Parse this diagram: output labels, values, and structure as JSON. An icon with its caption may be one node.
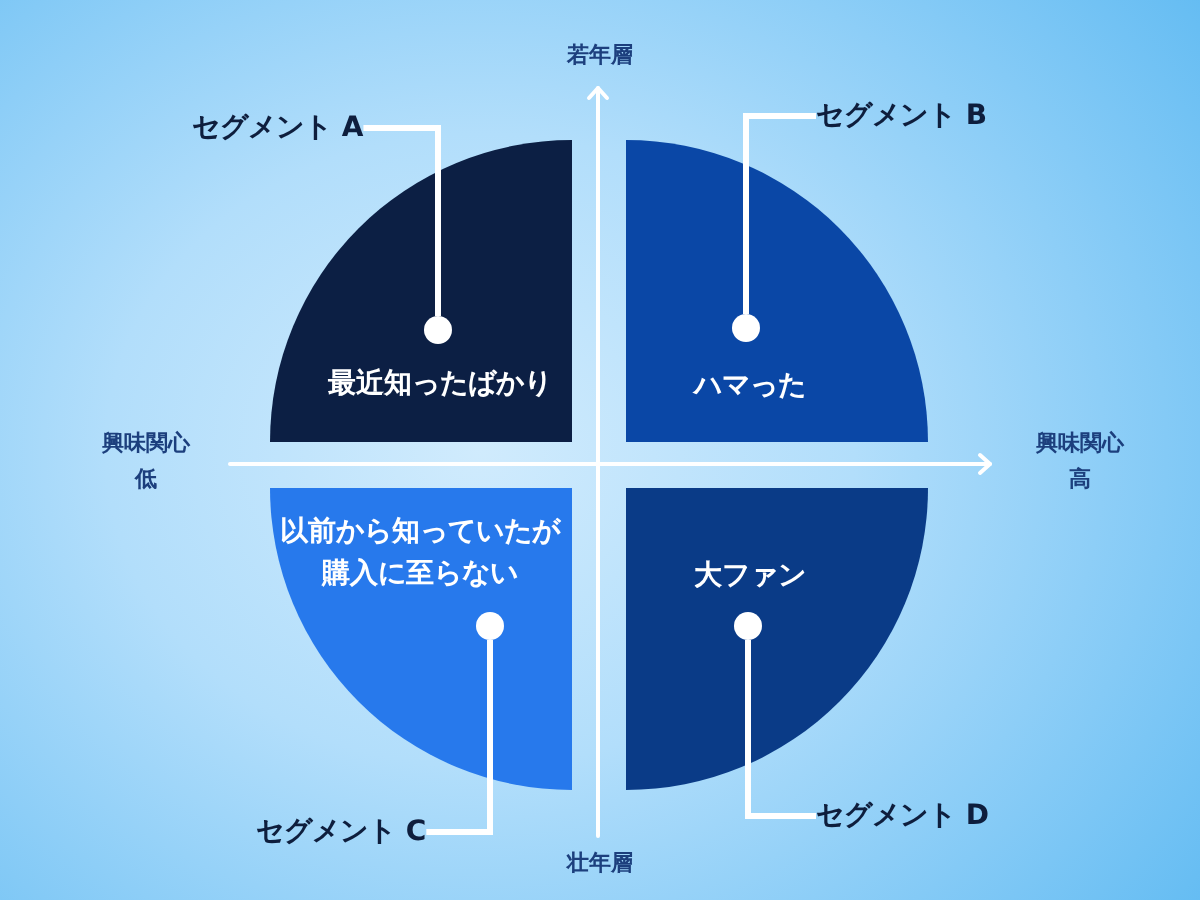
{
  "diagram": {
    "nodes": [
      {
        "text": [
          "セグメント A"
        ]
      },
      {
        "text": [
          "セグメント B"
        ]
      },
      {
        "text": [
          "最近知ったばかり"
        ]
      },
      {
        "text": [],
        "shape": "circle",
        "in": 2
      },
      {
        "text": [
          "ハマった"
        ]
      },
      {
        "text": [],
        "shape": "circle",
        "in": 4
      },
      {
        "text": [
          "以前から知っていたが購入に至らない"
        ]
      },
      {
        "text": [],
        "shape": "circle",
        "in": 6
      },
      {
        "text": [
          "大ファン"
        ]
      },
      {
        "text": [],
        "shape": "circle",
        "in": 8
      },
      {
        "text": [
          "セグメント C"
        ]
      },
      {
        "text": [
          "セグメント D"
        ]
      }
    ],
    "edges": [
      {
        "from": 0,
        "to": 3,
        "arrow": "none"
      },
      {
        "from": 1,
        "to": 5,
        "arrow": "none"
      },
      {
        "from": 10,
        "to": 7,
        "arrow": "none"
      },
      {
        "from": 11,
        "to": 9,
        "arrow": "none"
      }
    ],
    "labels": [
      "若年層",
      "興味関心",
      "低",
      "興味関心",
      "高",
      "壮年層"
    ]
  }
}
